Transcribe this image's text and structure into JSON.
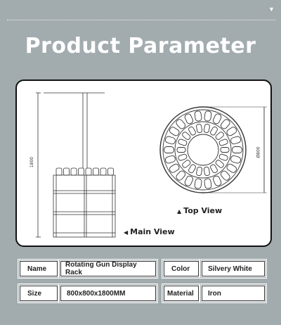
{
  "header": {
    "collapse_icon": "triangle-down-icon",
    "title": "Product Parameter"
  },
  "diagram": {
    "main_view_label": "Main View",
    "top_view_label": "Top View",
    "height_dimension": "1800",
    "diameter_dimension": "Ø800",
    "line_color": "#333333"
  },
  "specs": {
    "rows": [
      {
        "label": "Name",
        "value": "Rotating Gun Display Rack",
        "label2": "Color",
        "value2": "Silvery White"
      },
      {
        "label": "Size",
        "value": "800x800x1800MM",
        "label2": "Material",
        "value2": "Iron"
      }
    ]
  }
}
